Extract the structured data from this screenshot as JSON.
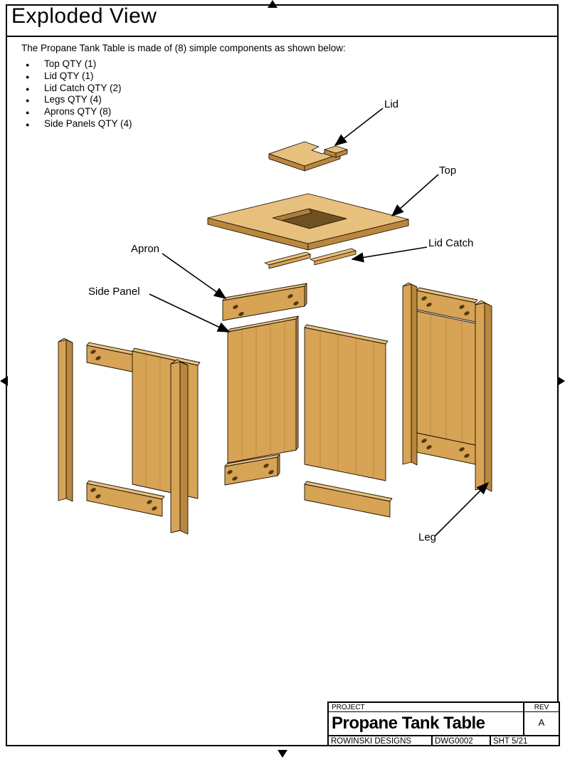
{
  "page": {
    "title": "Exploded View",
    "intro": "The Propane Tank Table is made of (8) simple components as shown below:",
    "bullets": [
      "Top QTY (1)",
      "Lid QTY (1)",
      "Lid Catch QTY (2)",
      "Legs QTY (4)",
      "Aprons QTY (8)",
      "Side Panels QTY (4)"
    ]
  },
  "diagram": {
    "labels": {
      "lid": "Lid",
      "top": "Top",
      "lid_catch": "Lid Catch",
      "apron": "Apron",
      "side_panel": "Side Panel",
      "leg": "Leg"
    }
  },
  "title_block": {
    "project_label": "PROJECT",
    "project_name": "Propane Tank Table",
    "rev_label": "REV",
    "rev_value": "A",
    "company": "ROWINSKI DESIGNS",
    "drawing_number": "DWG0002",
    "sheet": "SHT 5/21"
  },
  "colors": {
    "wood_face": "#d7a355",
    "wood_top": "#e8c07e",
    "wood_side": "#b9873e",
    "outline": "#000000"
  }
}
